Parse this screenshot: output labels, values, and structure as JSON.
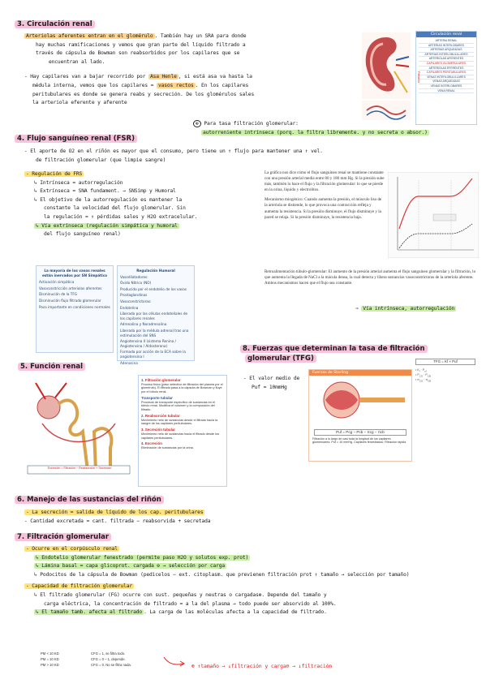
{
  "s3": {
    "title": "3. Circulación renal",
    "b1a": "Arteriolas aferentes entran en el glomérulo",
    "b1b": ". También hay un SRA para donde",
    "b1c": "hay muchas ramificaciones y vemos que gran parte del líquido filtrado a",
    "b1d": "través de cápsula de Bowman son reabsorbidos por los capilares que se",
    "b1e": "encuentran al lado.",
    "b2a": "- Hay capilares van a bajar recorrido por",
    "b2b": "Asa Henle",
    "b2c": ", si está asa va hasta la",
    "b2d": "médula interna, vemos que los capilares =",
    "b2e": "vasos rectos",
    "b2f": ". En los capilares",
    "b2g": "peritubulares es donde se genera reabs y secreción. De los glomérulos sales",
    "b2h": "la arteriola eferente y aferente",
    "circle": "Para tasa filtración glomerular:",
    "circle2": "autorreniente intrínseca (porq. la filtra libremente. y no secreta o absor.)"
  },
  "fig1": {
    "title": "Circulación renal",
    "rows": [
      "ARTERIA RENAL",
      "ARTERIAS INTERLOBARES",
      "ARTERIAS ARQUEADAS",
      "ARTERIAS INTERLOBULILLARES",
      "ARTERIOLAS AFERENTES",
      "CAPILARES GLOMERULARES",
      "ARTERIOLAS EFERENTES",
      "CAPILARES PERITUBULARES",
      "VENAS INTERLOBULILLARES",
      "VENAS ARQUEADAS",
      "VENAS INTERLOBARES",
      "VENA RENAL"
    ],
    "side1": "Filtración",
    "side2": "Reabsorción y secreción"
  },
  "s4": {
    "title": "4. Flujo sanguíneo renal (FSR)",
    "l1": "- El aporte de O2 en el riñón es mayor que el consumo, pero tiene un ↑ flujo para mantener una ↑ vel.",
    "l2": "de filtración glomerular (que limpie sangre)",
    "reg": "- Regulación de FRS",
    "i1": "↳ Intrínseca = autorregulación",
    "i2": "↳ Extrínseca = SNA fundament. → SNSimp y Humoral",
    "i3": "↳ El objetivo de la autorregulación es mantener la",
    "i4": "constante la velocidad del flujo glomerular. Sin",
    "i5": "la regulación = ↑ pérdidas sales y H2O extracelular.",
    "i6": "↳ Vía extrínseca (regulación simpática y humoral",
    "i7": "del flujo sanguíneo renal)"
  },
  "para": {
    "p1": "La gráfica nos dice cómo el flujo sanguíneo renal se mantiene constante con una presión arterial media entre 80 y 180 mm Hg. Si la presión sube más, también lo hace el flujo y la filtración glomerular: lo que se pierde en la orina, líquido y electrolitos.",
    "p2": "Mecanismo miogénico: Cuando aumenta la presión, el músculo liso de la arteriola se distiende, lo que provoca una contracción refleja y aumenta la resistencia. Si la presión disminuye, el flujo disminuye y la pared se relaja. Si la presión disminuye, la resistencia baja.",
    "p3": "Retroalimentación túbulo-glomerular: El aumento de la presión arterial aumenta el flujo sanguíneo glomerular y la filtración, lo que aumenta la llegada de NaCl a la mácula densa, la cual detecta y libera sustancias vasoconstrictoras de la arteriola aferente. Ambos mecanismos hacen que el flujo sea constante.",
    "via": "Vía intrínseca, autorregulación"
  },
  "s5": {
    "title": "5. Función renal",
    "f1": "1. Filtración glomerular",
    "f1t": "Proceso físico (paso selectivo de filtración del plasma por el glomérulo). El filtrado pasa a la cápsula de Bowman y fluye por el túbulo renal.",
    "f2": "Transporte tubular",
    "f2t": "Procesos de transporte específico de sustancias en el túbulo renal. Modifica el volumen y la composición del filtrado.",
    "f3": "2. Reabsorción tubular",
    "f3t": "Movimiento neto de sustancias desde el filtrado hacia la sangre de los capilares peritubulares.",
    "f4": "3. Secreción tubular",
    "f4t": "Movimiento neto de sustancias hacia el filtrado desde los capilares peritubulares.",
    "f5": "4. Excreción",
    "f5t": "Eliminación de sustancias por la orina.",
    "eq": "Excreción = Filtración − Reabsorción + Secreción"
  },
  "s8": {
    "title": "8. Fuerzas que determinan la tasa de filtración",
    "title2": "glomerular (TFG)",
    "v1": "- El valor medio de",
    "v2": "Puf = 10mmHg",
    "starling": "Fuerzas de Starling",
    "tfg": "TFG = Kf × Puf",
    "puf": "Puf = Pcg − Pcb − πcg − πcb",
    "capt": "Filtración a lo largo de casi toda la longitud de los capilares glomerulares. Puf = 10 mmHg. Capilares fenestrados: Filtración rápida"
  },
  "s6": {
    "title": "6. Manejo de las sustancias del riñón",
    "l1": "- La secreción = salida de líquido de los cap. peritubulares",
    "l2": "- Cantidad excretada = cant. filtrada − reabsorvida + secretada"
  },
  "s7": {
    "title": "7. Filtración glomerular",
    "a": "- Ocurre en el corpúsculo renal",
    "a1": "↳ Endotelio glomerular fenestrado (permite paso H2O y solutos exp. prot)",
    "a2": "↳ Lámina basal = capa glicoprot. cargada ⊖ → selección por carga",
    "a3": "↳ Podocitos de la cápsula de Bowman (pedicelos − ext. citoplasm. que previenen filtración prot ↑ tamaño → selección por tamaño)",
    "b": "- Capacidad de filtración glomerular",
    "b1": "↳ El filtrado glomerular (FG) ocurre con sust. pequeñas y neutras o cargadas⊕. Depende del tamaño y",
    "b2": "carga eléctrica, la concentración de filtrado = a la del plasma → todo puede ser absorvido al 100%.",
    "b3": "↳ El tamaño tamb. afecta al filtrado",
    "b4": ". La carga de las moléculas afecta a la capacidad de filtrado.",
    "pm": [
      "PM < 10 KD",
      "PM = 10 KD",
      "PM > 10 KD"
    ],
    "cfg": [
      "CFG = 1, se filtra todo.",
      "CFG = 0 – 1, depende.",
      "CFG = 0. No se filtra nada."
    ],
    "end": "⊕ ↑tamaño → ↓filtración  y  carga⊖ → ↓filtración"
  },
  "box1": {
    "title": "La mayoría de los vasos renales están inervados por SN Simpático",
    "items": [
      "Activación simpática",
      "Vasoconstricción arteriolas aferentes",
      "Disminución de la TFG",
      "Disminución flujo filtrado glomerular",
      "Poco importante en condiciones normales"
    ]
  },
  "box2": {
    "title": "Regulación Humoral",
    "items": [
      "Vasodilatadores:",
      "Óxido Nítrico (NO)",
      "Producido por el endotelio de los vasos",
      "Prostaglandinas",
      "Vasoconstrictoras:",
      "Endotelina",
      "Liberada por las células endoteliales de los capilares renales",
      "Adrenalina y Noradrenalina",
      "Liberada por la médula adrenal tras una estimulación del SNS",
      "Angiotensina II (sistema Renina / Angiotensina / Aldosterona)",
      "Formada por acción de la ECA sobre la angiotensina I",
      "Adenosina"
    ]
  },
  "fig": {
    "r1": "PA media",
    "r2": "Flujo"
  }
}
